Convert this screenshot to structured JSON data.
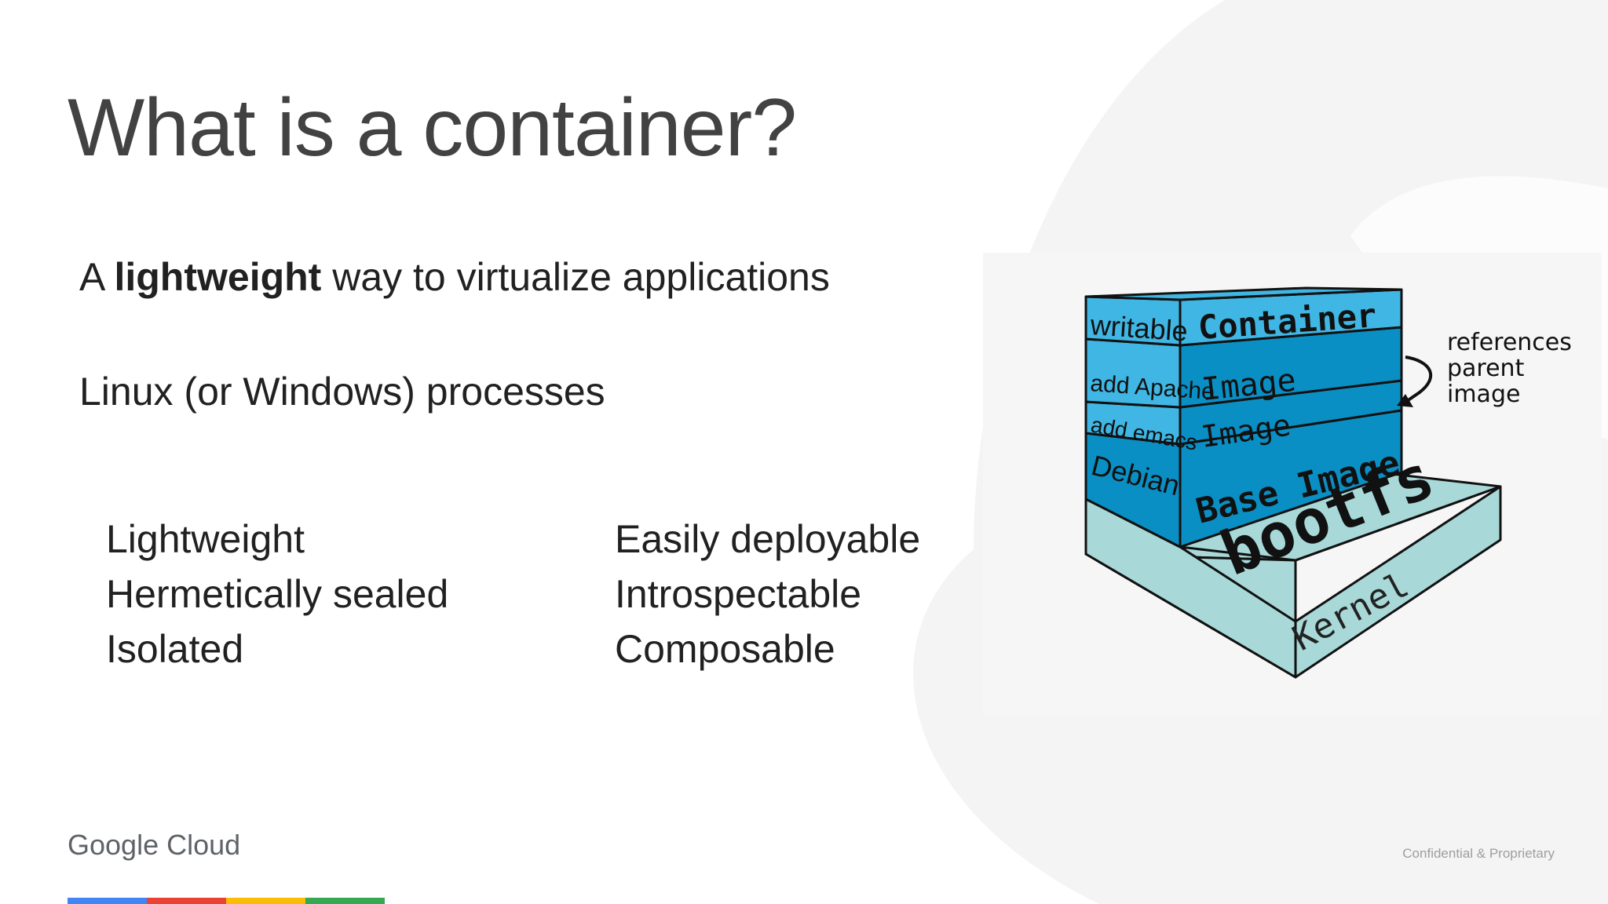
{
  "slide": {
    "title": "What is a container?",
    "intro_prefix": "A ",
    "intro_bold": "lightweight",
    "intro_suffix": " way to virtualize applications",
    "subtitle": "Linux (or Windows) processes",
    "properties_left": [
      "Lightweight",
      "Hermetically sealed",
      "Isolated"
    ],
    "properties_right": [
      "Easily deployable",
      "Introspectable",
      "Composable"
    ]
  },
  "diagram": {
    "layers": {
      "writable_tag": "writable",
      "container_label": "Container",
      "apache_tag": "add Apache",
      "image1_label": "Image",
      "emacs_tag": "add emacs",
      "image2_label": "Image",
      "debian_tag": "Debian",
      "base_label": "Base Image",
      "bootfs_label": "bootfs",
      "kernel_label": "Kernel"
    },
    "annotation": [
      "references",
      "parent",
      "image"
    ],
    "colors": {
      "blue_dark": "#0a8fc4",
      "blue_light": "#3fb6e3",
      "teal": "#a8d8d8"
    }
  },
  "footer": {
    "brand": "Google Cloud",
    "confidential": "Confidential & Proprietary",
    "bar_colors": [
      "#4285f4",
      "#ea4335",
      "#fbbc04",
      "#34a853"
    ]
  }
}
